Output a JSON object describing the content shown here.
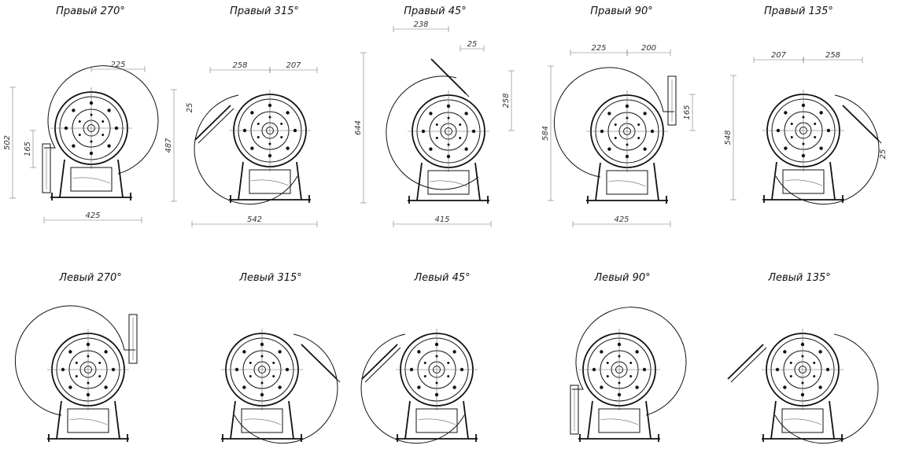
{
  "views": [
    {
      "title": "Правый 270°",
      "dims": {
        "top": "225",
        "left": "502",
        "inner": "165",
        "bottom": "425"
      }
    },
    {
      "title": "Правый 315°",
      "dims": {
        "top_left": "258",
        "top_right": "207",
        "left": "487",
        "flange": "25",
        "bottom": "542"
      }
    },
    {
      "title": "Правый 45°",
      "dims": {
        "top": "238",
        "flange": "25",
        "right": "258",
        "left": "644",
        "bottom": "415"
      }
    },
    {
      "title": "Правый 90°",
      "dims": {
        "top_left": "225",
        "top_right": "200",
        "right": "165",
        "left": "584",
        "bottom": "425"
      }
    },
    {
      "title": "Правый 135°",
      "dims": {
        "top_left": "207",
        "top_right": "258",
        "left": "548",
        "flange": "25"
      }
    },
    {
      "title": "Левый 270°",
      "dims": {}
    },
    {
      "title": "Левый 315°",
      "dims": {}
    },
    {
      "title": "Левый 45°",
      "dims": {}
    },
    {
      "title": "Левый 90°",
      "dims": {}
    },
    {
      "title": "Левый 135°",
      "dims": {}
    }
  ]
}
